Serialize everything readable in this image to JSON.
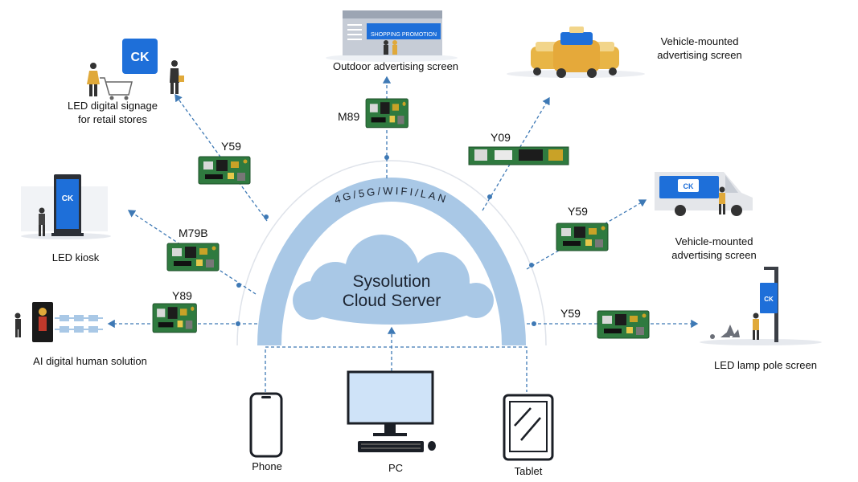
{
  "center": {
    "title_line1": "Sysolution",
    "title_line2": "Cloud Server",
    "network_label": "4G/5G/WIFI/LAN"
  },
  "controllers": {
    "m89": "M89",
    "y09": "Y09",
    "y59_top_left": "Y59",
    "m79b": "M79B",
    "y89": "Y89",
    "y59_right_upper": "Y59",
    "y59_right_lower": "Y59"
  },
  "applications": {
    "outdoor": "Outdoor advertising screen",
    "outdoor_sign": "SHOPPING PROMOTION",
    "vehicle_top_line1": "Vehicle-mounted",
    "vehicle_top_line2": "advertising  screen",
    "retail_line1": "LED digital signage",
    "retail_line2": "for retail stores",
    "kiosk": "LED kiosk",
    "ai_human": "AI digital human solution",
    "vehicle_van_line1": "Vehicle-mounted",
    "vehicle_van_line2": "advertising  screen",
    "lamp_pole": "LED lamp pole screen"
  },
  "brand_logo": "CK",
  "devices": {
    "phone": "Phone",
    "pc": "PC",
    "tablet": "Tablet"
  },
  "colors": {
    "arc": "#a9c8e6",
    "cloud": "#a9c8e6",
    "connector": "#3e79b5",
    "pcb": "#2f7a3f",
    "brand": "#1e6fd9"
  },
  "icons": [
    "cloud-icon",
    "phone-icon",
    "monitor-icon",
    "tablet-icon",
    "controller-board-icon",
    "storefront-icon",
    "taxi-icon",
    "van-icon",
    "kiosk-icon",
    "lamp-pole-icon",
    "shopping-cart-icon",
    "person-icon"
  ]
}
